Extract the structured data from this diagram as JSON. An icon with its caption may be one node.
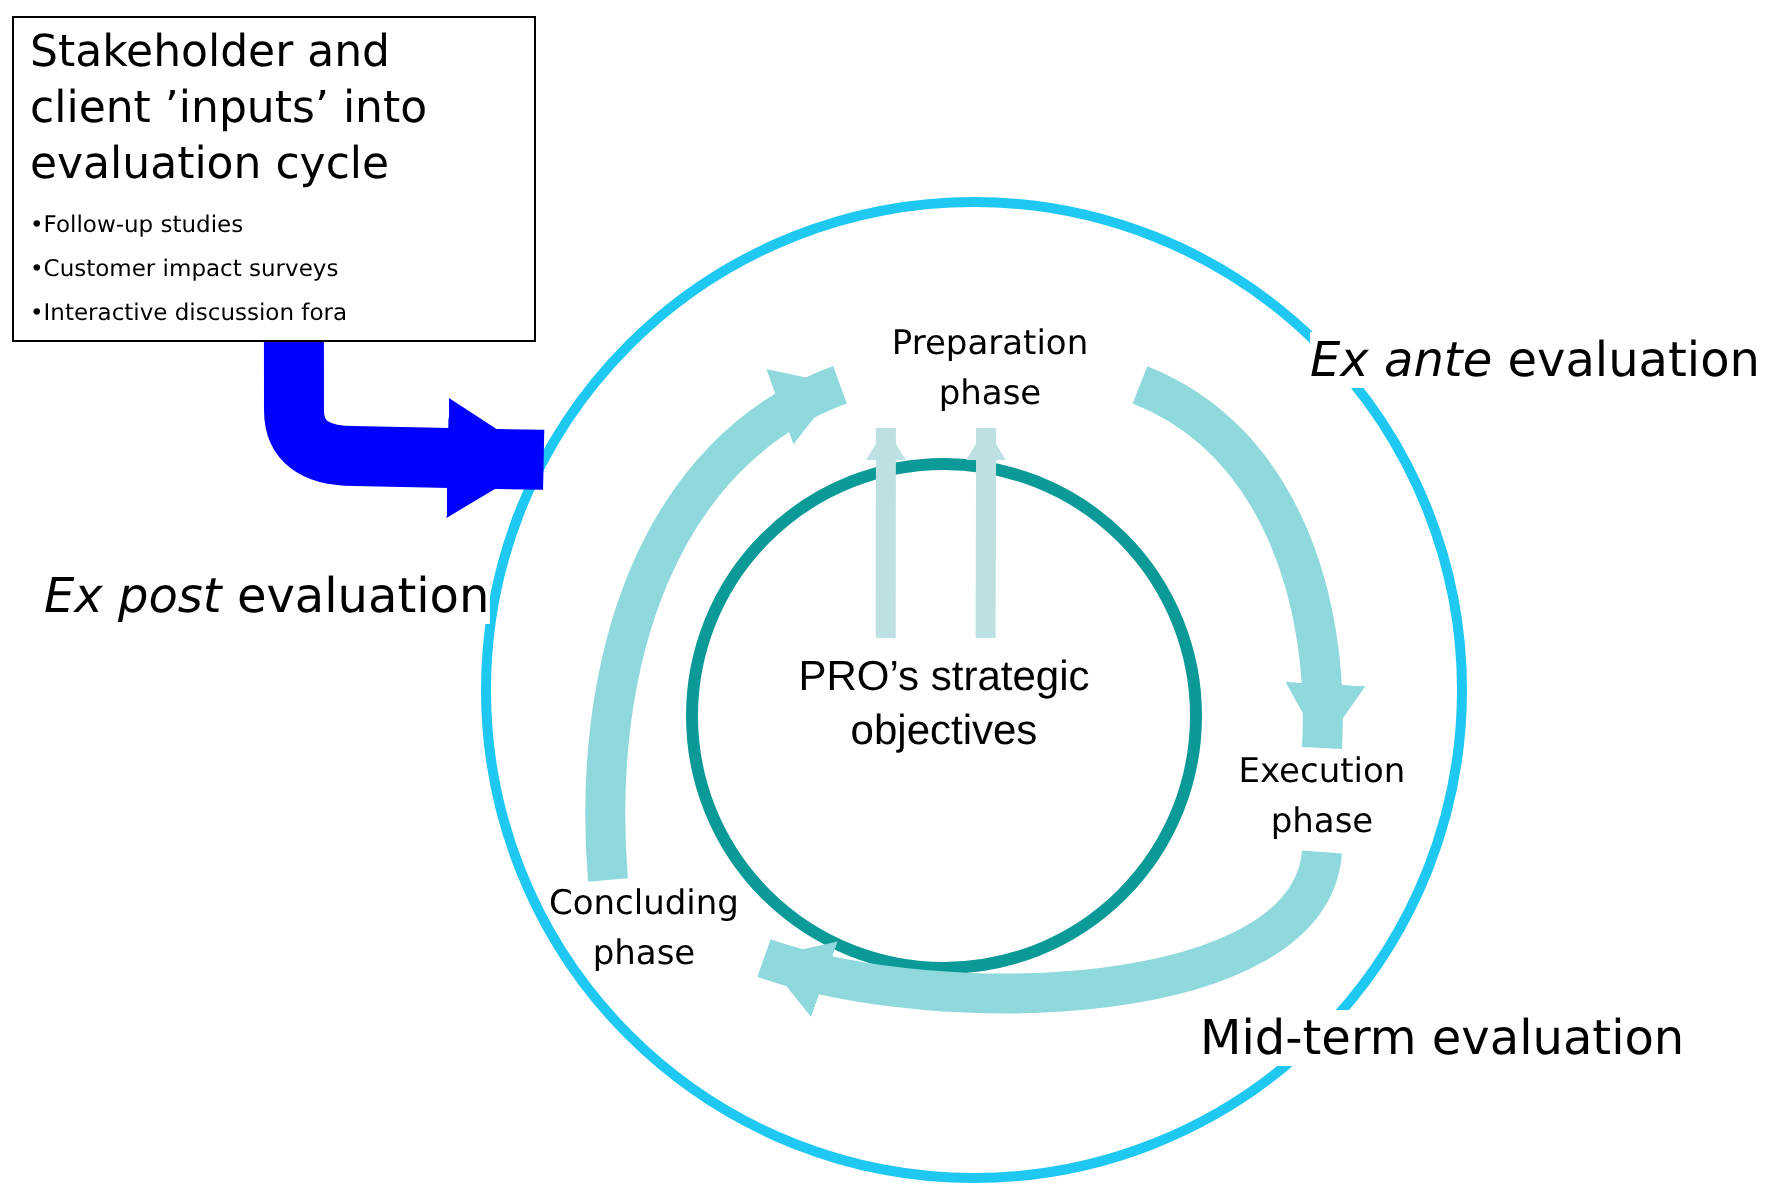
{
  "diagram": {
    "nodes": [
      {
        "text": [
          "Stakeholder and client ’inputs’ into evaluation cycle",
          "•Follow-up studies",
          "•Customer impact surveys",
          "•Interactive discussion fora"
        ]
      },
      {
        "text": [],
        "shape": "circle"
      },
      {
        "text": [
          "Preparation phase"
        ],
        "in": 1
      },
      {
        "text": [
          "Execution phase"
        ],
        "in": 1
      },
      {
        "text": [
          "Concluding phase"
        ],
        "in": 1
      },
      {
        "text": [
          "PRO’s strategic objectives"
        ],
        "in": 1
      }
    ],
    "edges": [
      {
        "from": 0,
        "to": 1,
        "arrow": "to",
        "color": "#0000ff"
      },
      {
        "from": 4,
        "to": 2,
        "arrow": "to",
        "color": "#8fd9dc"
      },
      {
        "from": 2,
        "to": 3,
        "arrow": "to",
        "color": "#8fd9dc"
      },
      {
        "from": 3,
        "to": 4,
        "arrow": "to",
        "color": "#8fd9dc"
      },
      {
        "from": 5,
        "to": 2,
        "arrow": "to",
        "color": "#bde0e3"
      },
      {
        "from": 5,
        "to": 2,
        "arrow": "to",
        "color": "#bde0e3"
      }
    ],
    "labels": [
      "*Ex ante* evaluation",
      "*Ex post* evaluation",
      "Mid-term evaluation"
    ]
  }
}
